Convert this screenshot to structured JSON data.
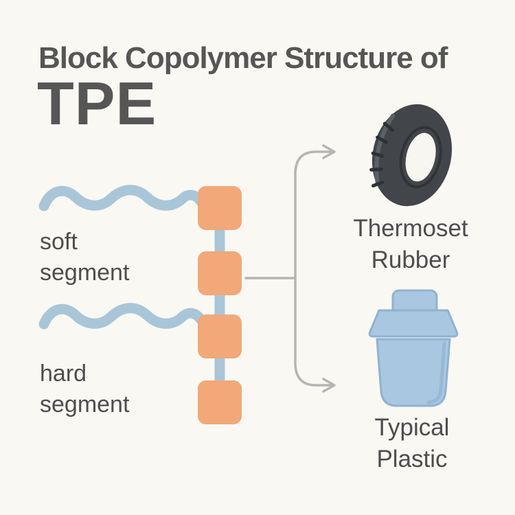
{
  "title": {
    "line1": "Block Copolymer Structure of",
    "line2": "TPE"
  },
  "labels": {
    "soft_segment": "soft\nsegment",
    "hard_segment": "hard\nsegment",
    "thermoset_rubber": "Thermoset\nRubber",
    "typical_plastic": "Typical\nPlastic"
  },
  "icons": {
    "tire": "tire-icon",
    "plastic_container": "plastic-container-icon",
    "wavy_chain": "soft-segment-wave",
    "block_chain": "hard-block-chain",
    "branch_arrows": "branch-arrow"
  },
  "diagram": {
    "block_count": 4,
    "branches": 2
  },
  "colors": {
    "background": "#faf8f3",
    "title_text": "#565656",
    "label_text": "#4d4d4d",
    "soft_wave": "#a9c6d8",
    "hard_block": "#f2a878",
    "connector": "#a9c6d8",
    "arrow": "#b5b5b5",
    "tire_body": "#42464a",
    "tire_detail": "#2e3236",
    "plastic_body": "#aac7e1",
    "plastic_edge": "#8fb2d1"
  }
}
